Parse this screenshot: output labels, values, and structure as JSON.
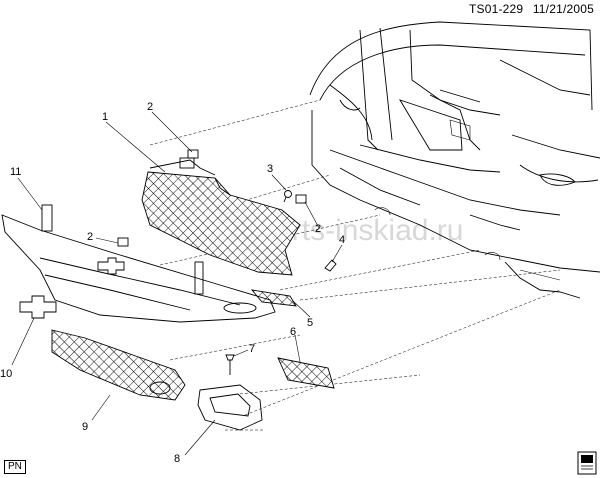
{
  "header": {
    "code": "TS01-229",
    "date": "11/21/2005"
  },
  "watermark": "autoparts-inskiad.ru",
  "badge": "PN",
  "callouts": {
    "c1": "1",
    "c2a": "2",
    "c2b": "2",
    "c2c": "2",
    "c3": "3",
    "c4": "4",
    "c5": "5",
    "c6": "6",
    "c7": "7",
    "c8": "8",
    "c9": "9",
    "c10": "10",
    "c11": "11"
  }
}
